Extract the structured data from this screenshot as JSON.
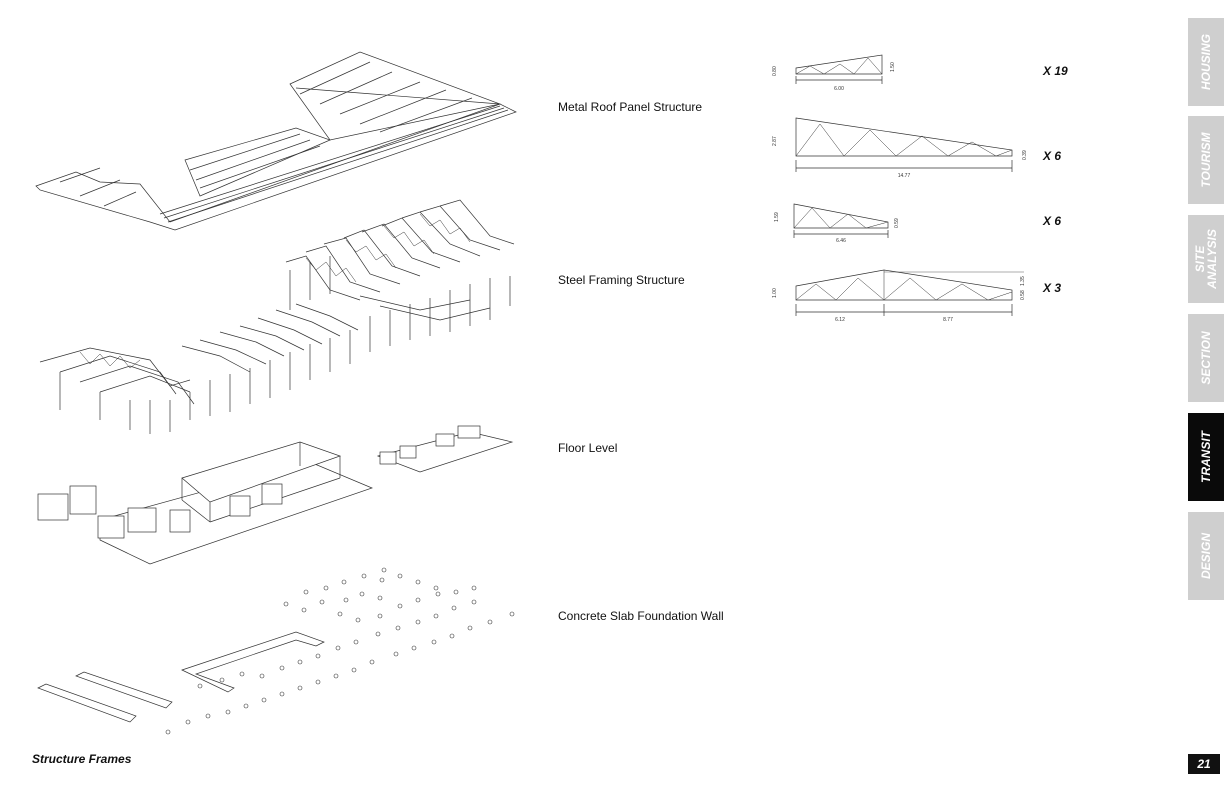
{
  "layers": [
    {
      "label": "Metal Roof Panel Structure"
    },
    {
      "label": "Steel Framing Structure"
    },
    {
      "label": "Floor Level"
    },
    {
      "label": "Concrete Slab Foundation Wall"
    }
  ],
  "trusses": [
    {
      "multiplier": "X 19",
      "dims": {
        "left_h": "0.80",
        "right_h": "1.50",
        "span": "6.00"
      }
    },
    {
      "multiplier": "X 6",
      "dims": {
        "left_h": "2.87",
        "right_h": "0.39",
        "span": "14.77"
      }
    },
    {
      "multiplier": "X 6",
      "dims": {
        "left_h": "1.59",
        "right_h": "0.59",
        "span": "6.46"
      }
    },
    {
      "multiplier": "X 3",
      "dims": {
        "left_h": "1.00",
        "right_h": "0.58",
        "peak_h": "1.35",
        "span_a": "6.12",
        "span_b": "8.77"
      }
    }
  ],
  "nav_tabs": [
    {
      "label": "HOUSING",
      "active": false
    },
    {
      "label": "TOURISM",
      "active": false
    },
    {
      "label": "SITE\nANALYSIS",
      "active": false
    },
    {
      "label": "SECTION",
      "active": false
    },
    {
      "label": "TRANSIT",
      "active": true
    },
    {
      "label": "DESIGN",
      "active": false
    }
  ],
  "caption": "Structure Frames",
  "page_number": "21"
}
